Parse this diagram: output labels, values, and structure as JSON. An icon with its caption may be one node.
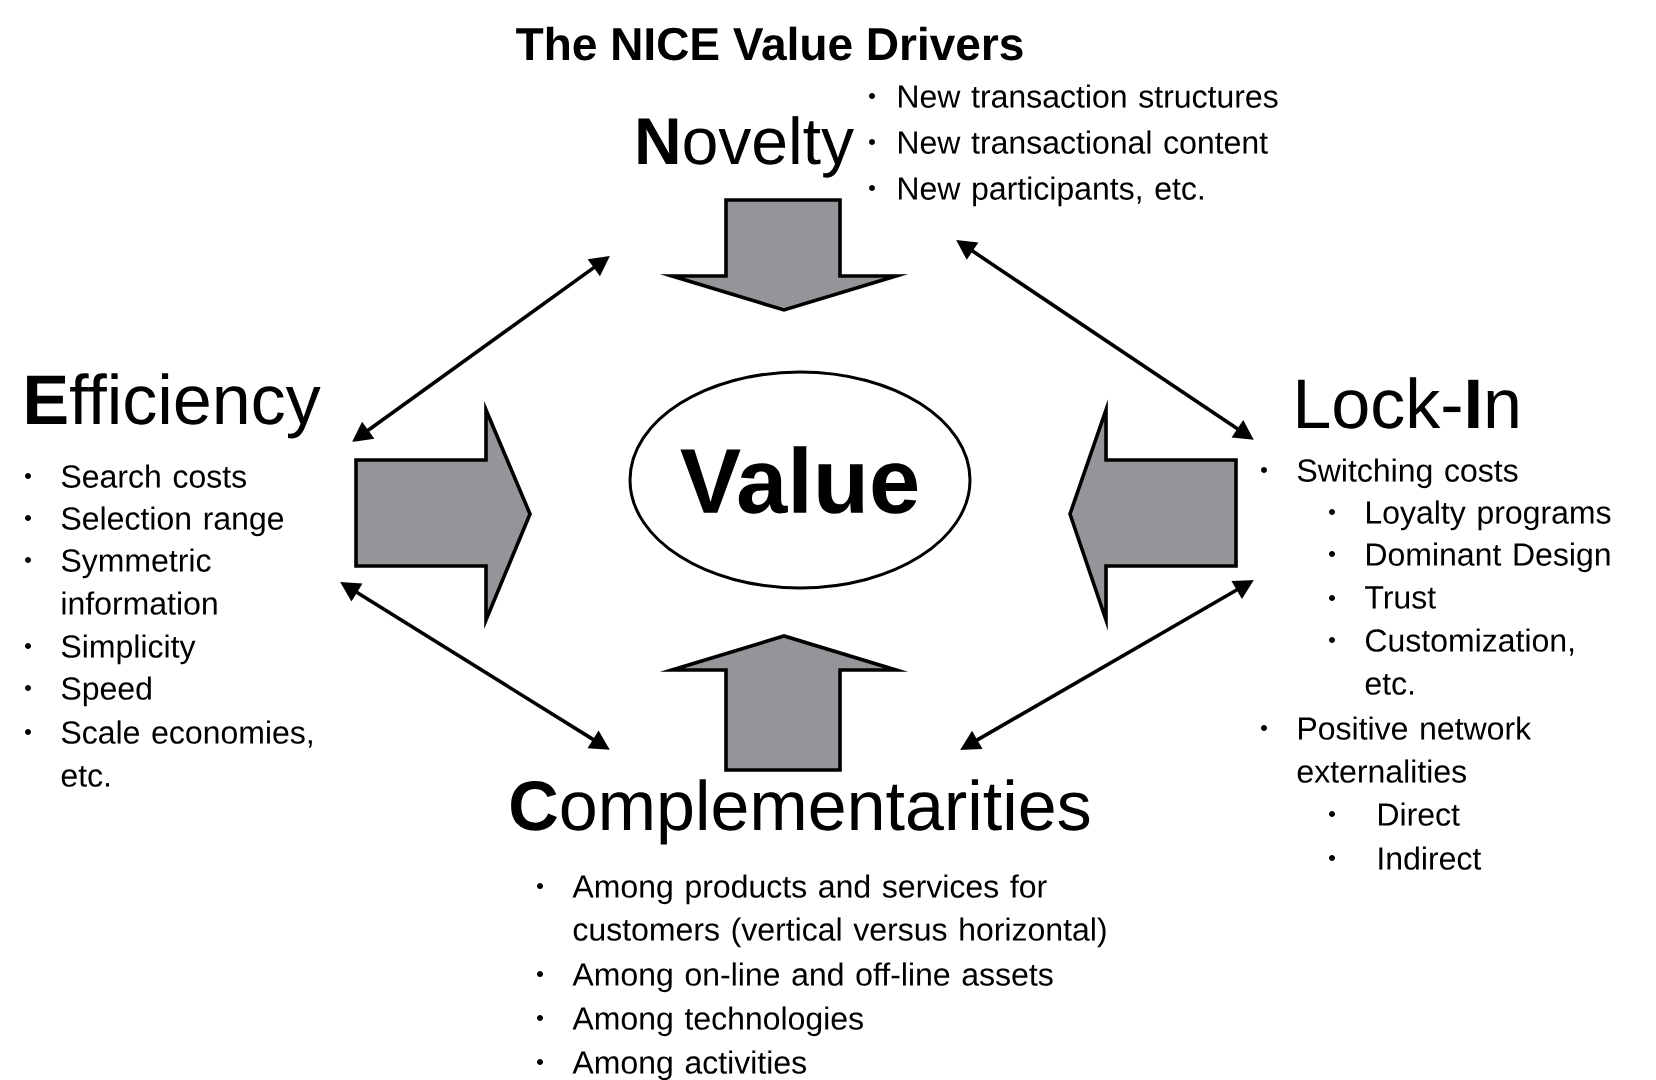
{
  "diagram": {
    "title": "The NICE Value Drivers",
    "nodes": [
      {
        "text": [
          "**N**ovelty",
          "New transaction structures",
          "New transactional content",
          "New participants, etc."
        ]
      },
      {
        "text": [
          "**E**fficiency",
          "Search costs",
          "Selection range",
          "Symmetric information",
          "Simplicity",
          "Speed",
          "Scale economies, etc."
        ]
      },
      {
        "text": [
          "Value"
        ]
      },
      {
        "text": [
          "Lock-**I**n",
          "Switching costs",
          "Loyalty programs",
          "Dominant Design",
          "Trust",
          "Customization, etc.",
          "Positive network externalities",
          "Direct",
          "Indirect"
        ]
      },
      {
        "text": [
          "**C**omplementarities",
          "Among products and services for customers (vertical versus horizontal)",
          "Among on-line and off-line assets",
          "Among technologies",
          "Among activities"
        ]
      }
    ],
    "edges": [
      {
        "from": 0,
        "to": 2,
        "arrow": "to",
        "style": "thick",
        "color": "#939598"
      },
      {
        "from": 1,
        "to": 2,
        "arrow": "to",
        "style": "thick",
        "color": "#939598"
      },
      {
        "from": 3,
        "to": 2,
        "arrow": "to",
        "style": "thick",
        "color": "#939598"
      },
      {
        "from": 4,
        "to": 2,
        "arrow": "to",
        "style": "thick",
        "color": "#939598"
      },
      {
        "from": 1,
        "to": 0,
        "arrow": "both"
      },
      {
        "from": 0,
        "to": 3,
        "arrow": "both"
      },
      {
        "from": 1,
        "to": 4,
        "arrow": "both"
      },
      {
        "from": 4,
        "to": 3,
        "arrow": "both"
      }
    ]
  }
}
